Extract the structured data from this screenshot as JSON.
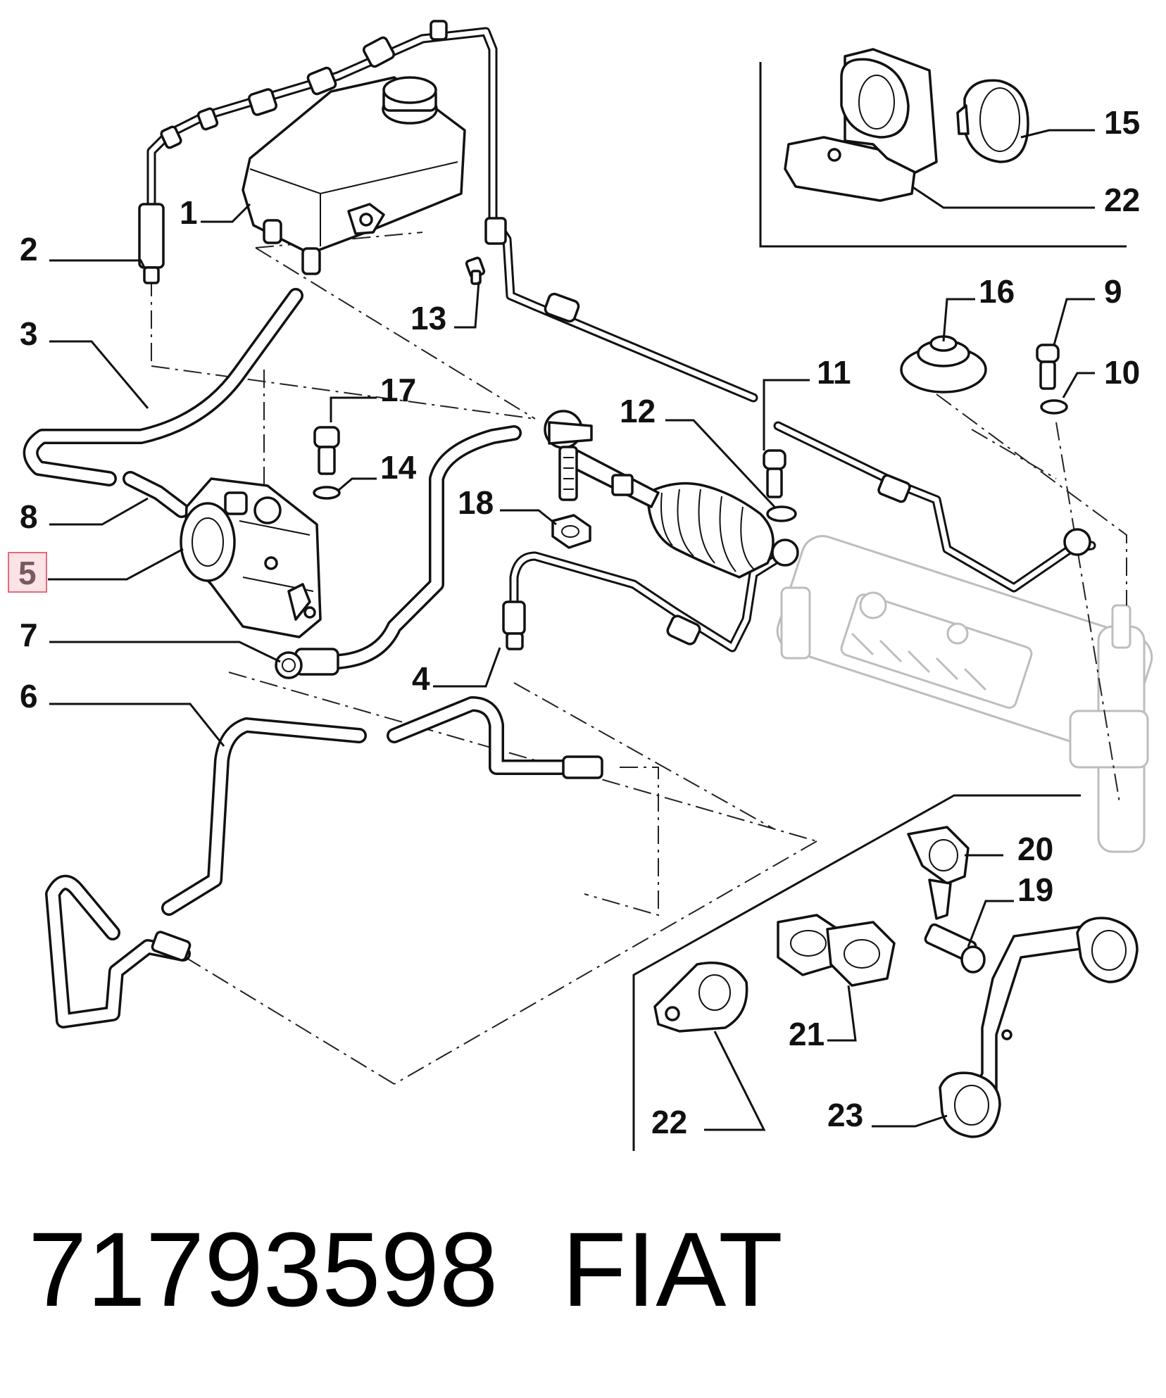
{
  "callouts": {
    "c1": "1",
    "c2": "2",
    "c3": "3",
    "c4": "4",
    "c5": "5",
    "c6": "6",
    "c7": "7",
    "c8": "8",
    "c9": "9",
    "c10": "10",
    "c11": "11",
    "c12": "12",
    "c13": "13",
    "c14": "14",
    "c15": "15",
    "c16": "16",
    "c17": "17",
    "c18": "18",
    "c19": "19",
    "c20": "20",
    "c21": "21",
    "c22a": "22",
    "c22b": "22",
    "c23": "23"
  },
  "highlighted_callout": "5",
  "highlight_color": "#e46a7c",
  "footer": {
    "part_number": "71793598",
    "brand": "FIAT"
  }
}
